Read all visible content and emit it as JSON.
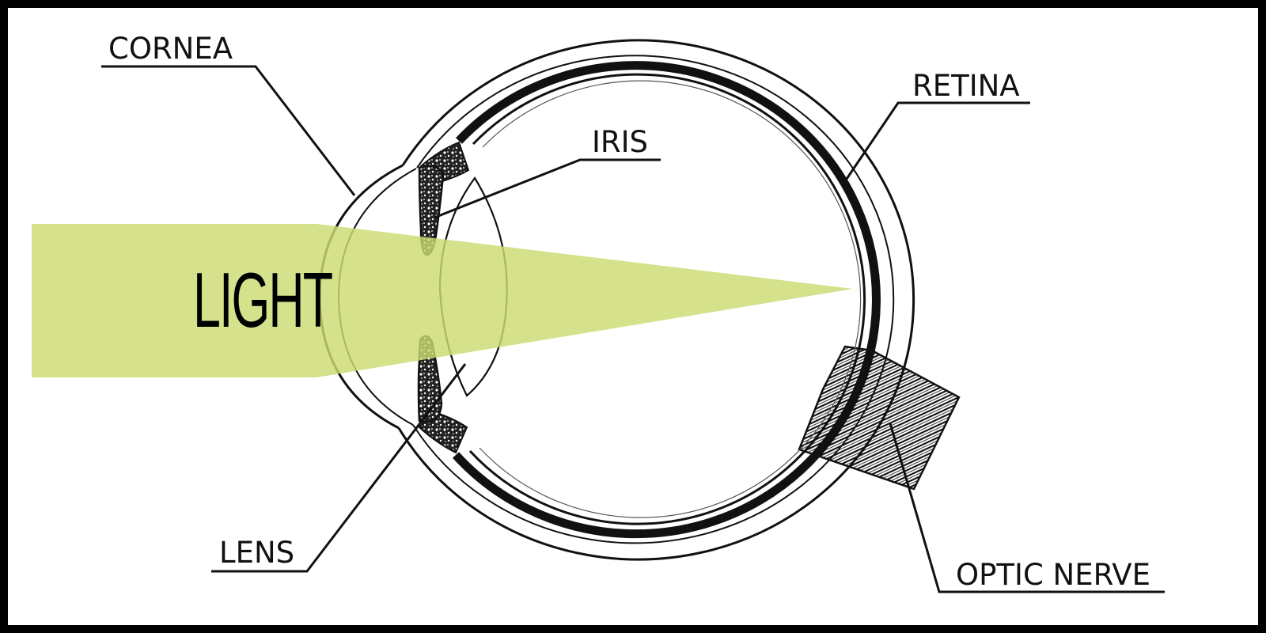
{
  "diagram": {
    "light_label": "LIGHT",
    "labels": {
      "cornea": "CORNEA",
      "iris": "IRIS",
      "retina": "RETINA",
      "lens": "LENS",
      "optic_nerve": "OPTIC NERVE"
    },
    "colors": {
      "light_beam": "#ccdc72",
      "ink": "#111111",
      "background": "#ffffff",
      "frame": "#000000"
    }
  }
}
